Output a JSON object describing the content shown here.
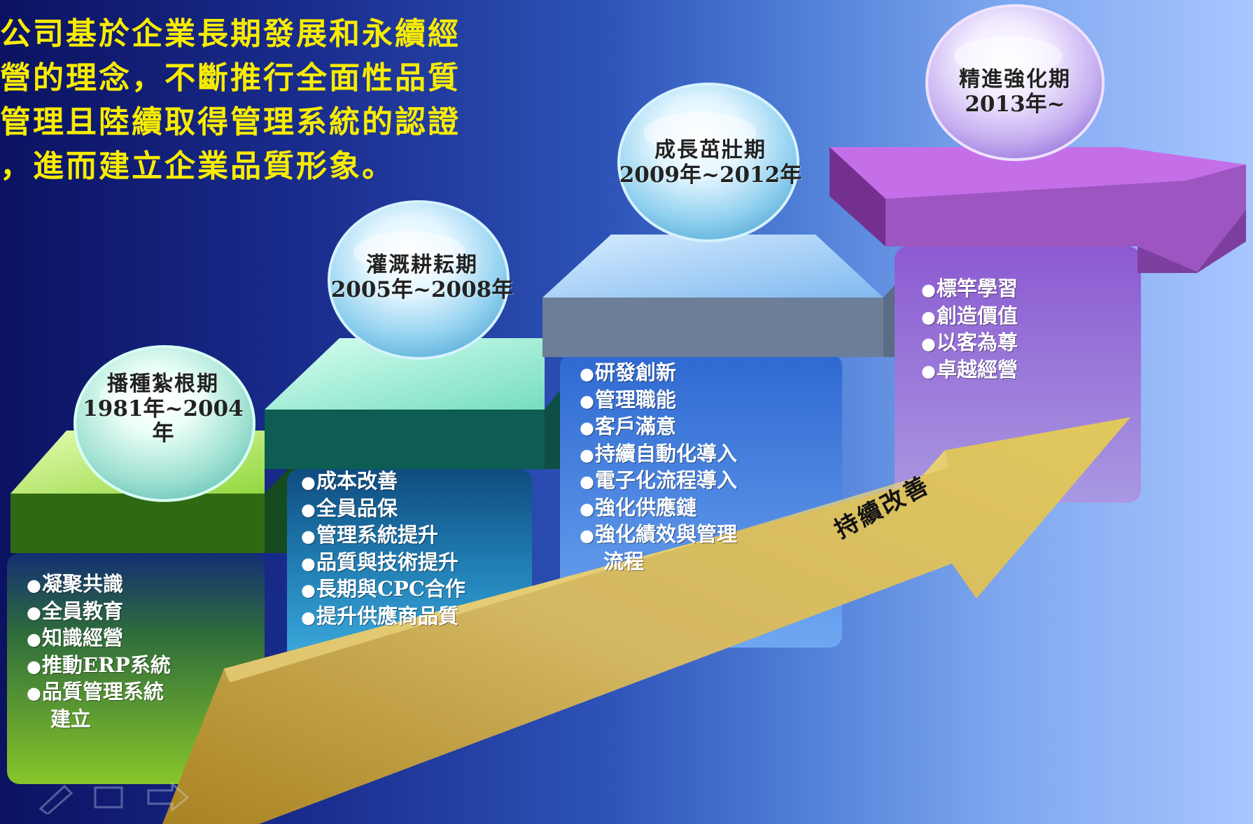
{
  "intro": {
    "lines": [
      "公司基於企業長期發展和永續經",
      "營的理念，不斷推行全面性品質",
      "管理且陸續取得管理系統的認證",
      "，進而建立企業品質形象。"
    ]
  },
  "stages": [
    {
      "name": "播種紮根期",
      "years": "1981年~2004年",
      "items": [
        "凝聚共識",
        "全員教育",
        "知識經營",
        "推動ERP系統",
        "品質管理系統"
      ],
      "continuation": "建立"
    },
    {
      "name": "灌溉耕耘期",
      "years": "2005年~2008年",
      "items": [
        "成本改善",
        "全員品保",
        "管理系統提升",
        "品質與技術提升",
        "長期與CPC合作",
        "提升供應商品質"
      ]
    },
    {
      "name": "成長茁壯期",
      "years": "2009年~2012年",
      "items": [
        "研發創新",
        "管理職能",
        "客戶滿意",
        "持續自動化導入",
        "電子化流程導入",
        "強化供應鏈",
        "強化績效與管理"
      ],
      "continuation": "流程"
    },
    {
      "name": "精進強化期",
      "years": "2013年~",
      "items": [
        "標竿學習",
        "創造價值",
        "以客為尊",
        "卓越經營"
      ]
    }
  ],
  "arrow": {
    "label": "持續改善"
  },
  "bullet_symbol": "●",
  "colors": {
    "intro_text": "#f7ec00",
    "stage_1": "#6ea92e",
    "stage_2": "#2f8ec0",
    "stage_3": "#4a80de",
    "stage_4": "#9b68cb",
    "arrow": "#c5a33f"
  },
  "icons": {
    "decorative_shapes": "3d-step-blocks",
    "decorative_spheres": "glass-sphere-icon",
    "bottom_icons": [
      "pencil-icon",
      "slide-icon",
      "arrow-icon"
    ]
  }
}
